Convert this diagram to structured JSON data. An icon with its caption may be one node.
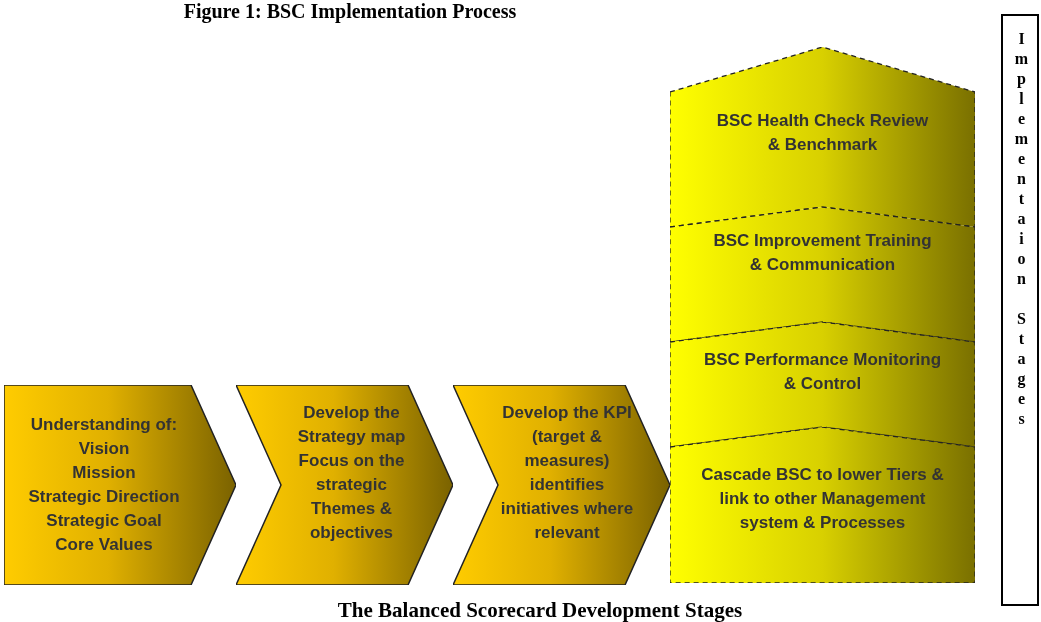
{
  "diagram": {
    "title": "Figure 1:  BSC Implementation Process",
    "caption": "The Balanced Scorecard Development Stages",
    "nodes": [
      {
        "text": [
          "Understanding of:",
          "Vision",
          "Mission",
          "Strategic Direction",
          "Strategic Goal",
          "Core Values"
        ]
      },
      {
        "text": [
          "Develop the Strategy map Focus on the strategic Themes & objectives"
        ]
      },
      {
        "text": [
          "Develop the KPI (target & measures) identifies initiatives where relevant"
        ]
      },
      {
        "text": [
          "BSC Health Check Review & Benchmark"
        ]
      },
      {
        "text": [
          "BSC Improvement Training & Communication"
        ]
      },
      {
        "text": [
          "BSC Performance Monitoring & Control"
        ]
      },
      {
        "text": [
          "Cascade BSC to lower Tiers & link to other Management system & Processes"
        ]
      },
      {
        "text": [
          "Implementaion Stages"
        ]
      }
    ]
  }
}
